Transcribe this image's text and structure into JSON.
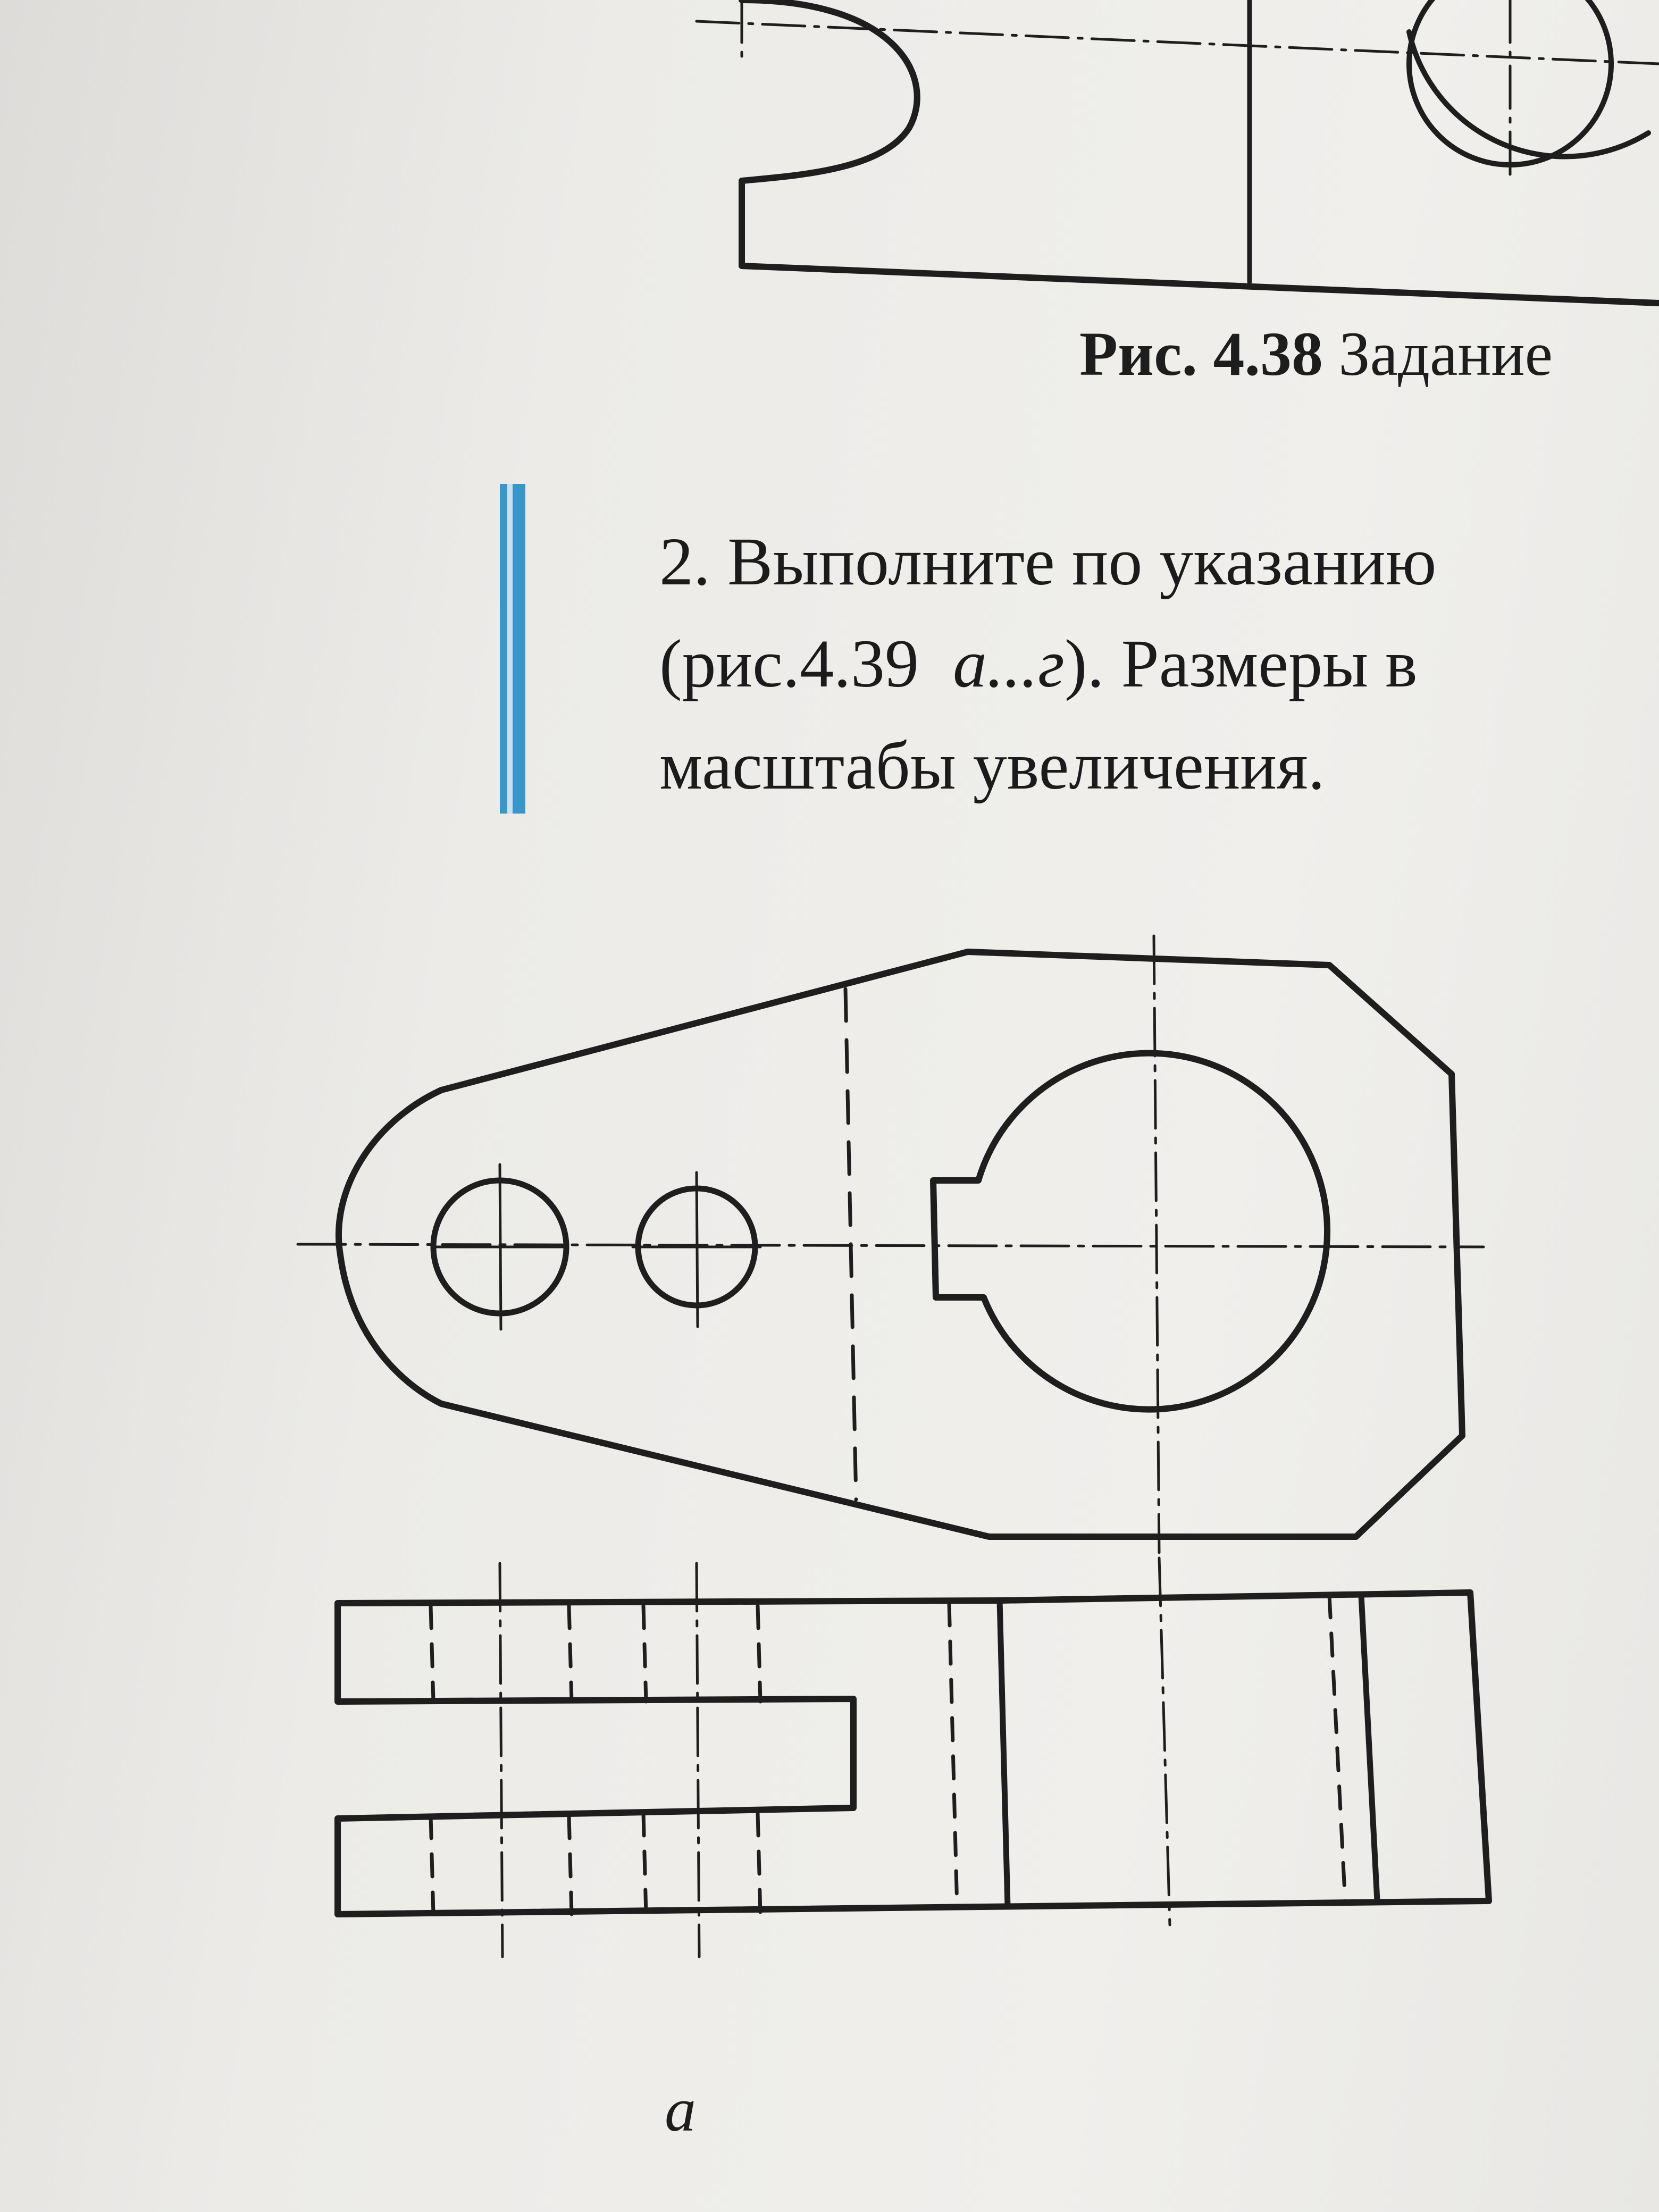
{
  "figure_prev": {
    "label": "Рис. 4.38",
    "title": "Задание"
  },
  "task": {
    "line1": "2. Выполните по указанию",
    "line2_open": "(рис.4.39",
    "line2_italic": "а...г",
    "line2_close": "). Размеры в",
    "line3": "масштабы увеличения."
  },
  "figure_current": {
    "sub_label": "а"
  },
  "colors": {
    "ink": "#1e1e1e",
    "accent_bar": "#3b95c6",
    "paper": "#eeede9"
  }
}
